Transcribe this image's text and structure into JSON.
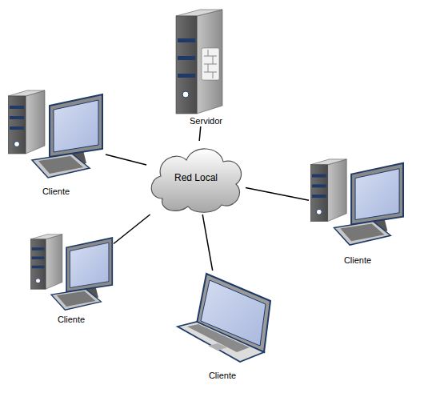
{
  "diagram": {
    "nodes": [
      {
        "text": [
          "Servidor"
        ]
      },
      {
        "text": [
          "Cliente"
        ]
      },
      {
        "text": [
          "Red Local"
        ]
      },
      {
        "text": [
          "Cliente"
        ]
      },
      {
        "text": [
          "Cliente"
        ]
      },
      {
        "text": [
          "Cliente"
        ]
      }
    ],
    "edges": [
      {
        "from": 2,
        "to": 0,
        "arrow": "none"
      },
      {
        "from": 1,
        "to": 2,
        "arrow": "none"
      },
      {
        "from": 2,
        "to": 3,
        "arrow": "none"
      },
      {
        "from": 4,
        "to": 2,
        "arrow": "none"
      },
      {
        "from": 5,
        "to": 2,
        "arrow": "none"
      }
    ]
  }
}
